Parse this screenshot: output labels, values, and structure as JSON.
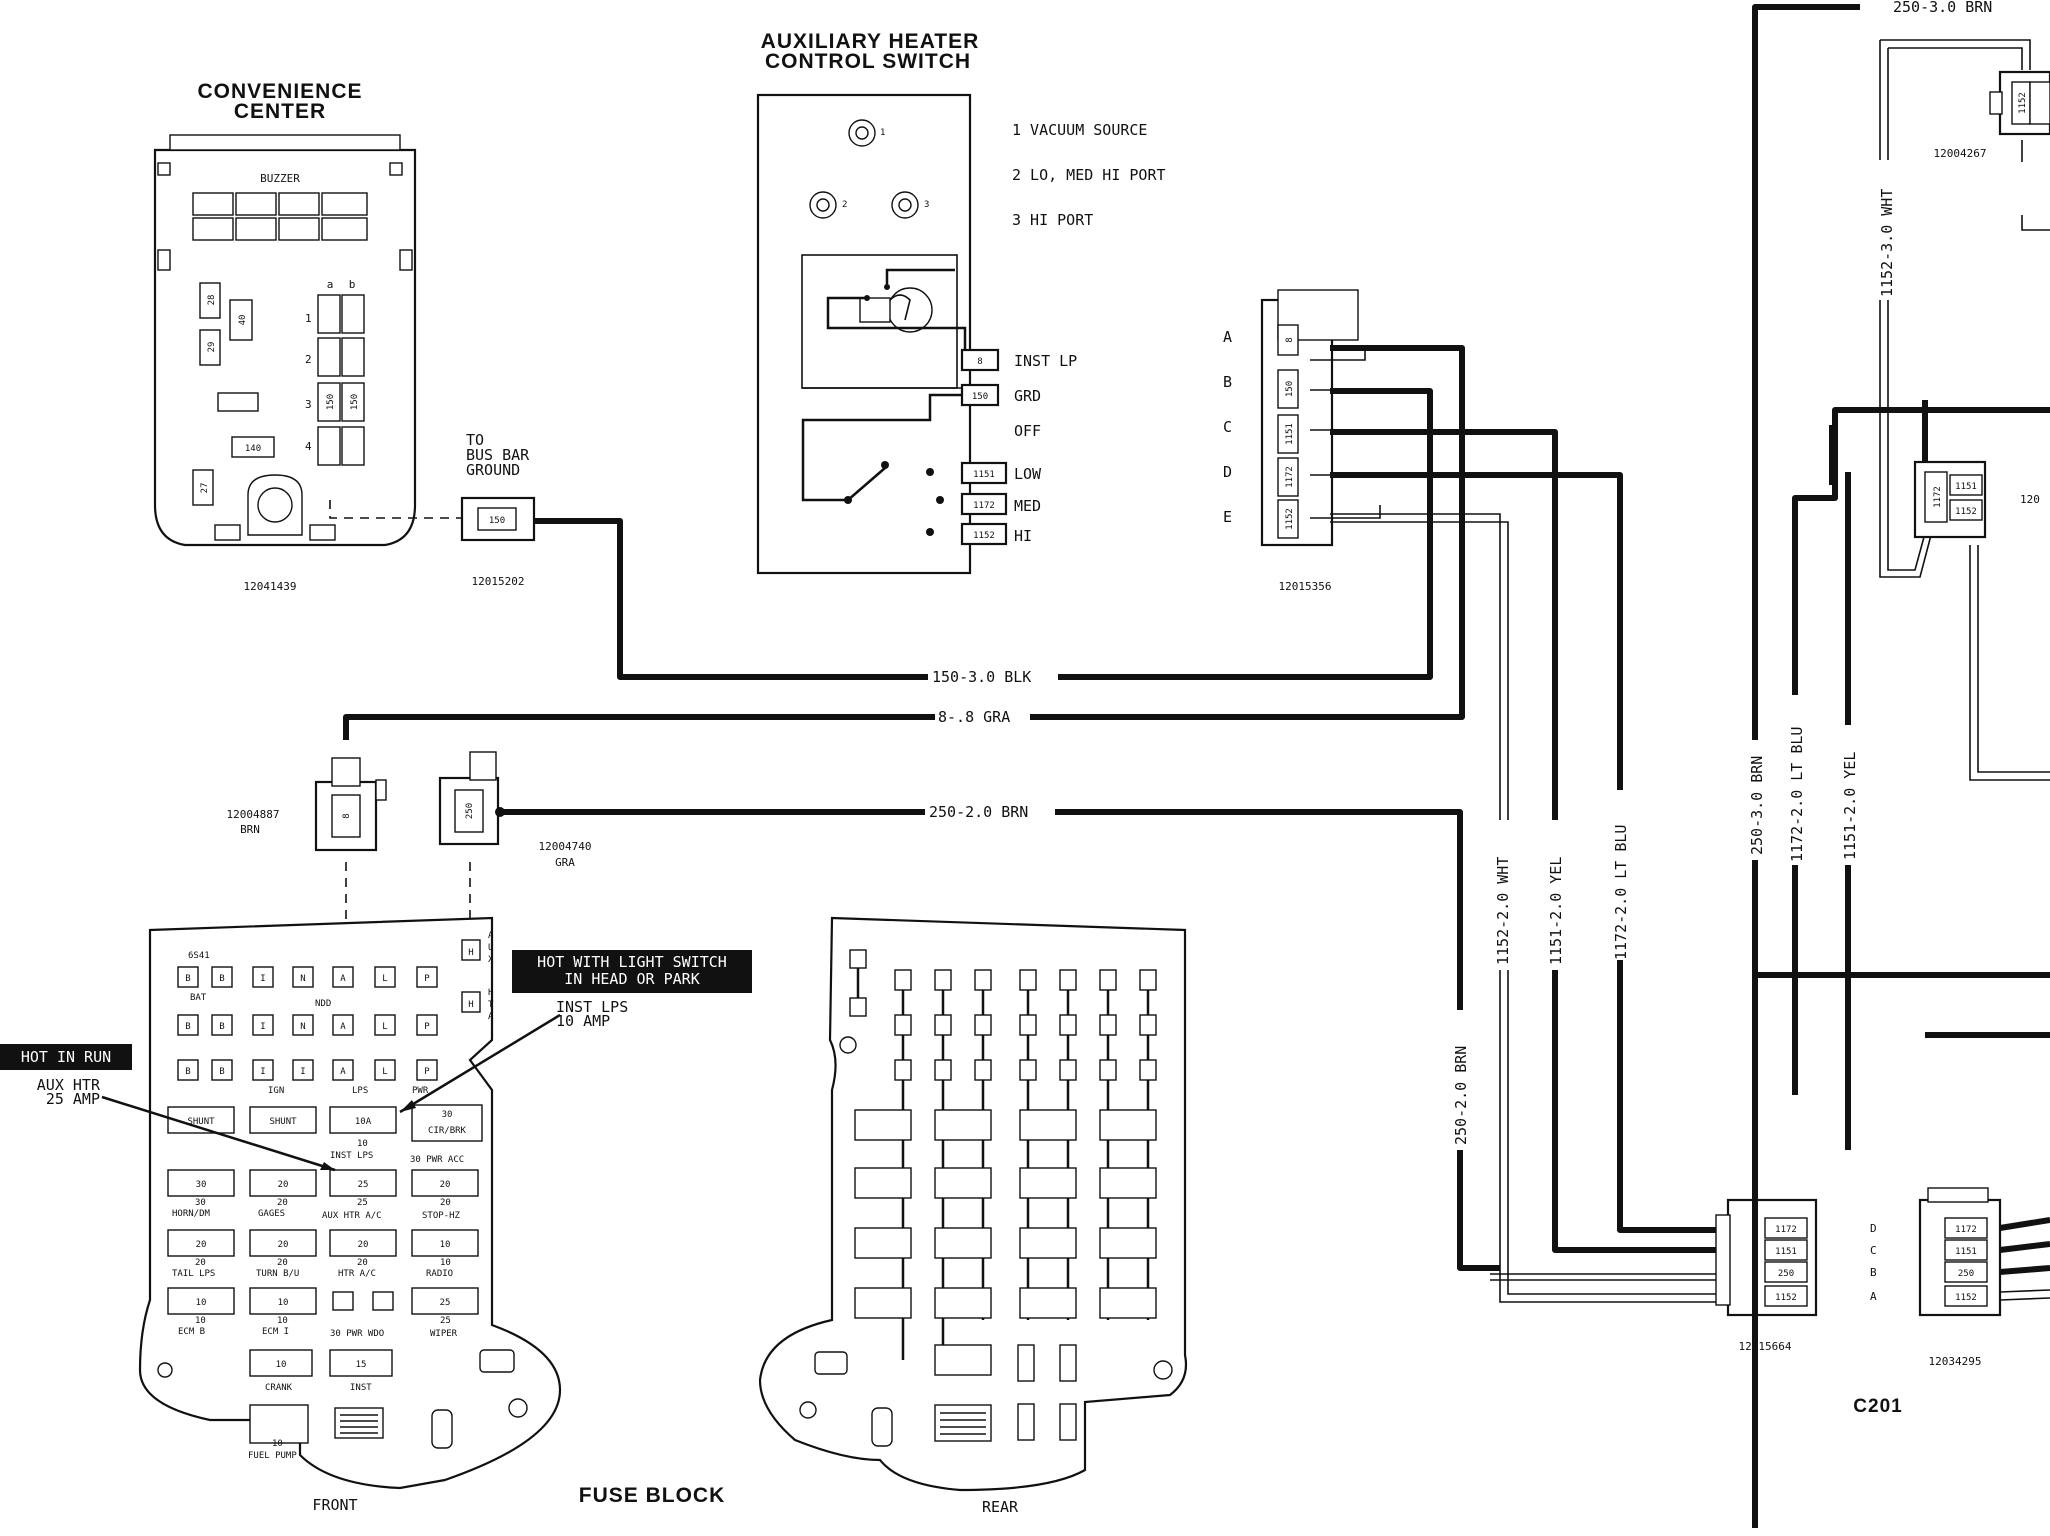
{
  "convenience_center": {
    "title_line1": "CONVENIENCE",
    "title_line2": "CENTER",
    "buzzer_label": "BUZZER",
    "col_a": "a",
    "col_b": "b",
    "rows": [
      "1",
      "2",
      "3",
      "4"
    ],
    "row3_a": "150",
    "row3_b": "150",
    "circuit_28": "28",
    "circuit_40": "40",
    "circuit_29": "29",
    "circuit_140": "140",
    "circuit_27": "27",
    "part_number": "12041439"
  },
  "bus_bar": {
    "line1": "TO",
    "line2": "BUS BAR",
    "line3": "GROUND",
    "circuit": "150",
    "part_number": "12015202"
  },
  "aux_heater_switch": {
    "title_line1": "AUXILIARY HEATER",
    "title_line2": "CONTROL SWITCH",
    "port_1": "1",
    "port_2": "2",
    "port_3": "3",
    "legend_1": "1 VACUUM SOURCE",
    "legend_2": "2 LO, MED  HI PORT",
    "legend_3": "3 HI PORT",
    "term_inst_lp_circuit": "8",
    "term_inst_lp": "INST LP",
    "term_grd_circuit": "150",
    "term_grd": "GRD",
    "term_off": "OFF",
    "term_low_circuit": "1151",
    "term_low": "LOW",
    "term_med_circuit": "1172",
    "term_med": "MED",
    "term_hi_circuit": "1152",
    "term_hi": "HI"
  },
  "connector_12015356": {
    "pins": [
      "A",
      "B",
      "C",
      "D",
      "E"
    ],
    "cavities": [
      "8",
      "150",
      "1151",
      "1172",
      "1152"
    ],
    "part_number": "12015356"
  },
  "wires": {
    "w150": "150-3.0 BLK",
    "w8": "8-.8 GRA",
    "w250": "250-2.0 BRN",
    "v1152": "1152-2.0 WHT",
    "v1151": "1151-2.0 YEL",
    "v1172": "1172-2.0 LT BLU",
    "v250": "250-2.0 BRN",
    "r250_30": "250-3.0 BRN",
    "r1172": "1172-2.0 LT BLU",
    "r1151": "1151-2.0 YEL",
    "r1152": "1152-3.0 WHT",
    "top250": "250-3.0 BRN"
  },
  "pigtail_left": {
    "circuit": "8",
    "part_number": "12004887",
    "color": "BRN"
  },
  "pigtail_right": {
    "circuit": "250",
    "part_number": "12004740",
    "color": "GRA"
  },
  "fuse_block": {
    "title": "FUSE BLOCK",
    "front": "FRONT",
    "rear": "REAR",
    "callout_hot_lights_line1": "HOT WITH LIGHT SWITCH",
    "callout_hot_lights_line2": "IN HEAD OR PARK",
    "callout_inst_lps_line1": "INST LPS",
    "callout_inst_lps_line2": "10 AMP",
    "callout_hot_in_run": "HOT IN RUN",
    "callout_aux_htr_line1": "AUX HTR",
    "callout_aux_htr_line2": "25 AMP",
    "code": "6S41",
    "bat": "BAT",
    "ndd": "NDD",
    "ign": "IGN",
    "lps": "LPS",
    "pwr": "PWR",
    "aux_letters": [
      "A",
      "U",
      "X"
    ],
    "hta_letters": [
      "H",
      "T",
      "A"
    ],
    "term_row1": [
      "B",
      "B",
      "I",
      "N",
      "A",
      "L",
      "P"
    ],
    "term_row2": [
      "B",
      "B",
      "I",
      "N",
      "A",
      "L",
      "P"
    ],
    "term_row3": [
      "B",
      "B",
      "I",
      "I",
      "A",
      "L",
      "P"
    ],
    "fuse_shunt1": "SHUNT",
    "fuse_shunt2": "SHUNT",
    "fuse_10a": "10A",
    "fuse_cir_brk_top": "30",
    "fuse_cir_brk": "CIR/BRK",
    "lbl_10": "10",
    "lbl_inst_lps": "INST LPS",
    "lbl_30_pwr_acc": "30 PWR ACC",
    "fuse_r2": [
      "30",
      "20",
      "25",
      "20"
    ],
    "lbl_r2": [
      "30",
      "20",
      "25",
      "20"
    ],
    "name_r2": [
      "HORN/DM",
      "GAGES",
      "AUX HTR A/C",
      "STOP-HZ"
    ],
    "fuse_r3": [
      "20",
      "20",
      "20",
      "10"
    ],
    "lbl_r3": [
      "20",
      "20",
      "20",
      "10"
    ],
    "name_r3": [
      "TAIL LPS",
      "TURN B/U",
      "HTR A/C",
      "RADIO"
    ],
    "fuse_r4": [
      "10",
      "10",
      "25"
    ],
    "lbl_r4": [
      "10",
      "10",
      "25"
    ],
    "name_r4": [
      "ECM B",
      "ECM I",
      "30 PWR WDO",
      "WIPER"
    ],
    "fuse_crank": "10",
    "lbl_crank": "CRANK",
    "fuse_inst": "15",
    "lbl_inst": "INST",
    "lbl_fuel_pump_top": "10",
    "lbl_fuel_pump": "FUEL PUMP"
  },
  "connector_12015664": {
    "cavities": [
      "1172",
      "1151",
      "250",
      "1152"
    ],
    "part_number": "12015664"
  },
  "connector_12034295": {
    "pins": [
      "D",
      "C",
      "B",
      "A"
    ],
    "cavities": [
      "1172",
      "1151",
      "250",
      "1152"
    ],
    "part_number": "12034295"
  },
  "c201_label": "C201",
  "connector_12004267": {
    "cavity": "1152",
    "part_number": "12004267"
  },
  "connector_right_mid": {
    "cavities": [
      "1172",
      "1151",
      "1152"
    ],
    "part_number_fragment": "120"
  }
}
